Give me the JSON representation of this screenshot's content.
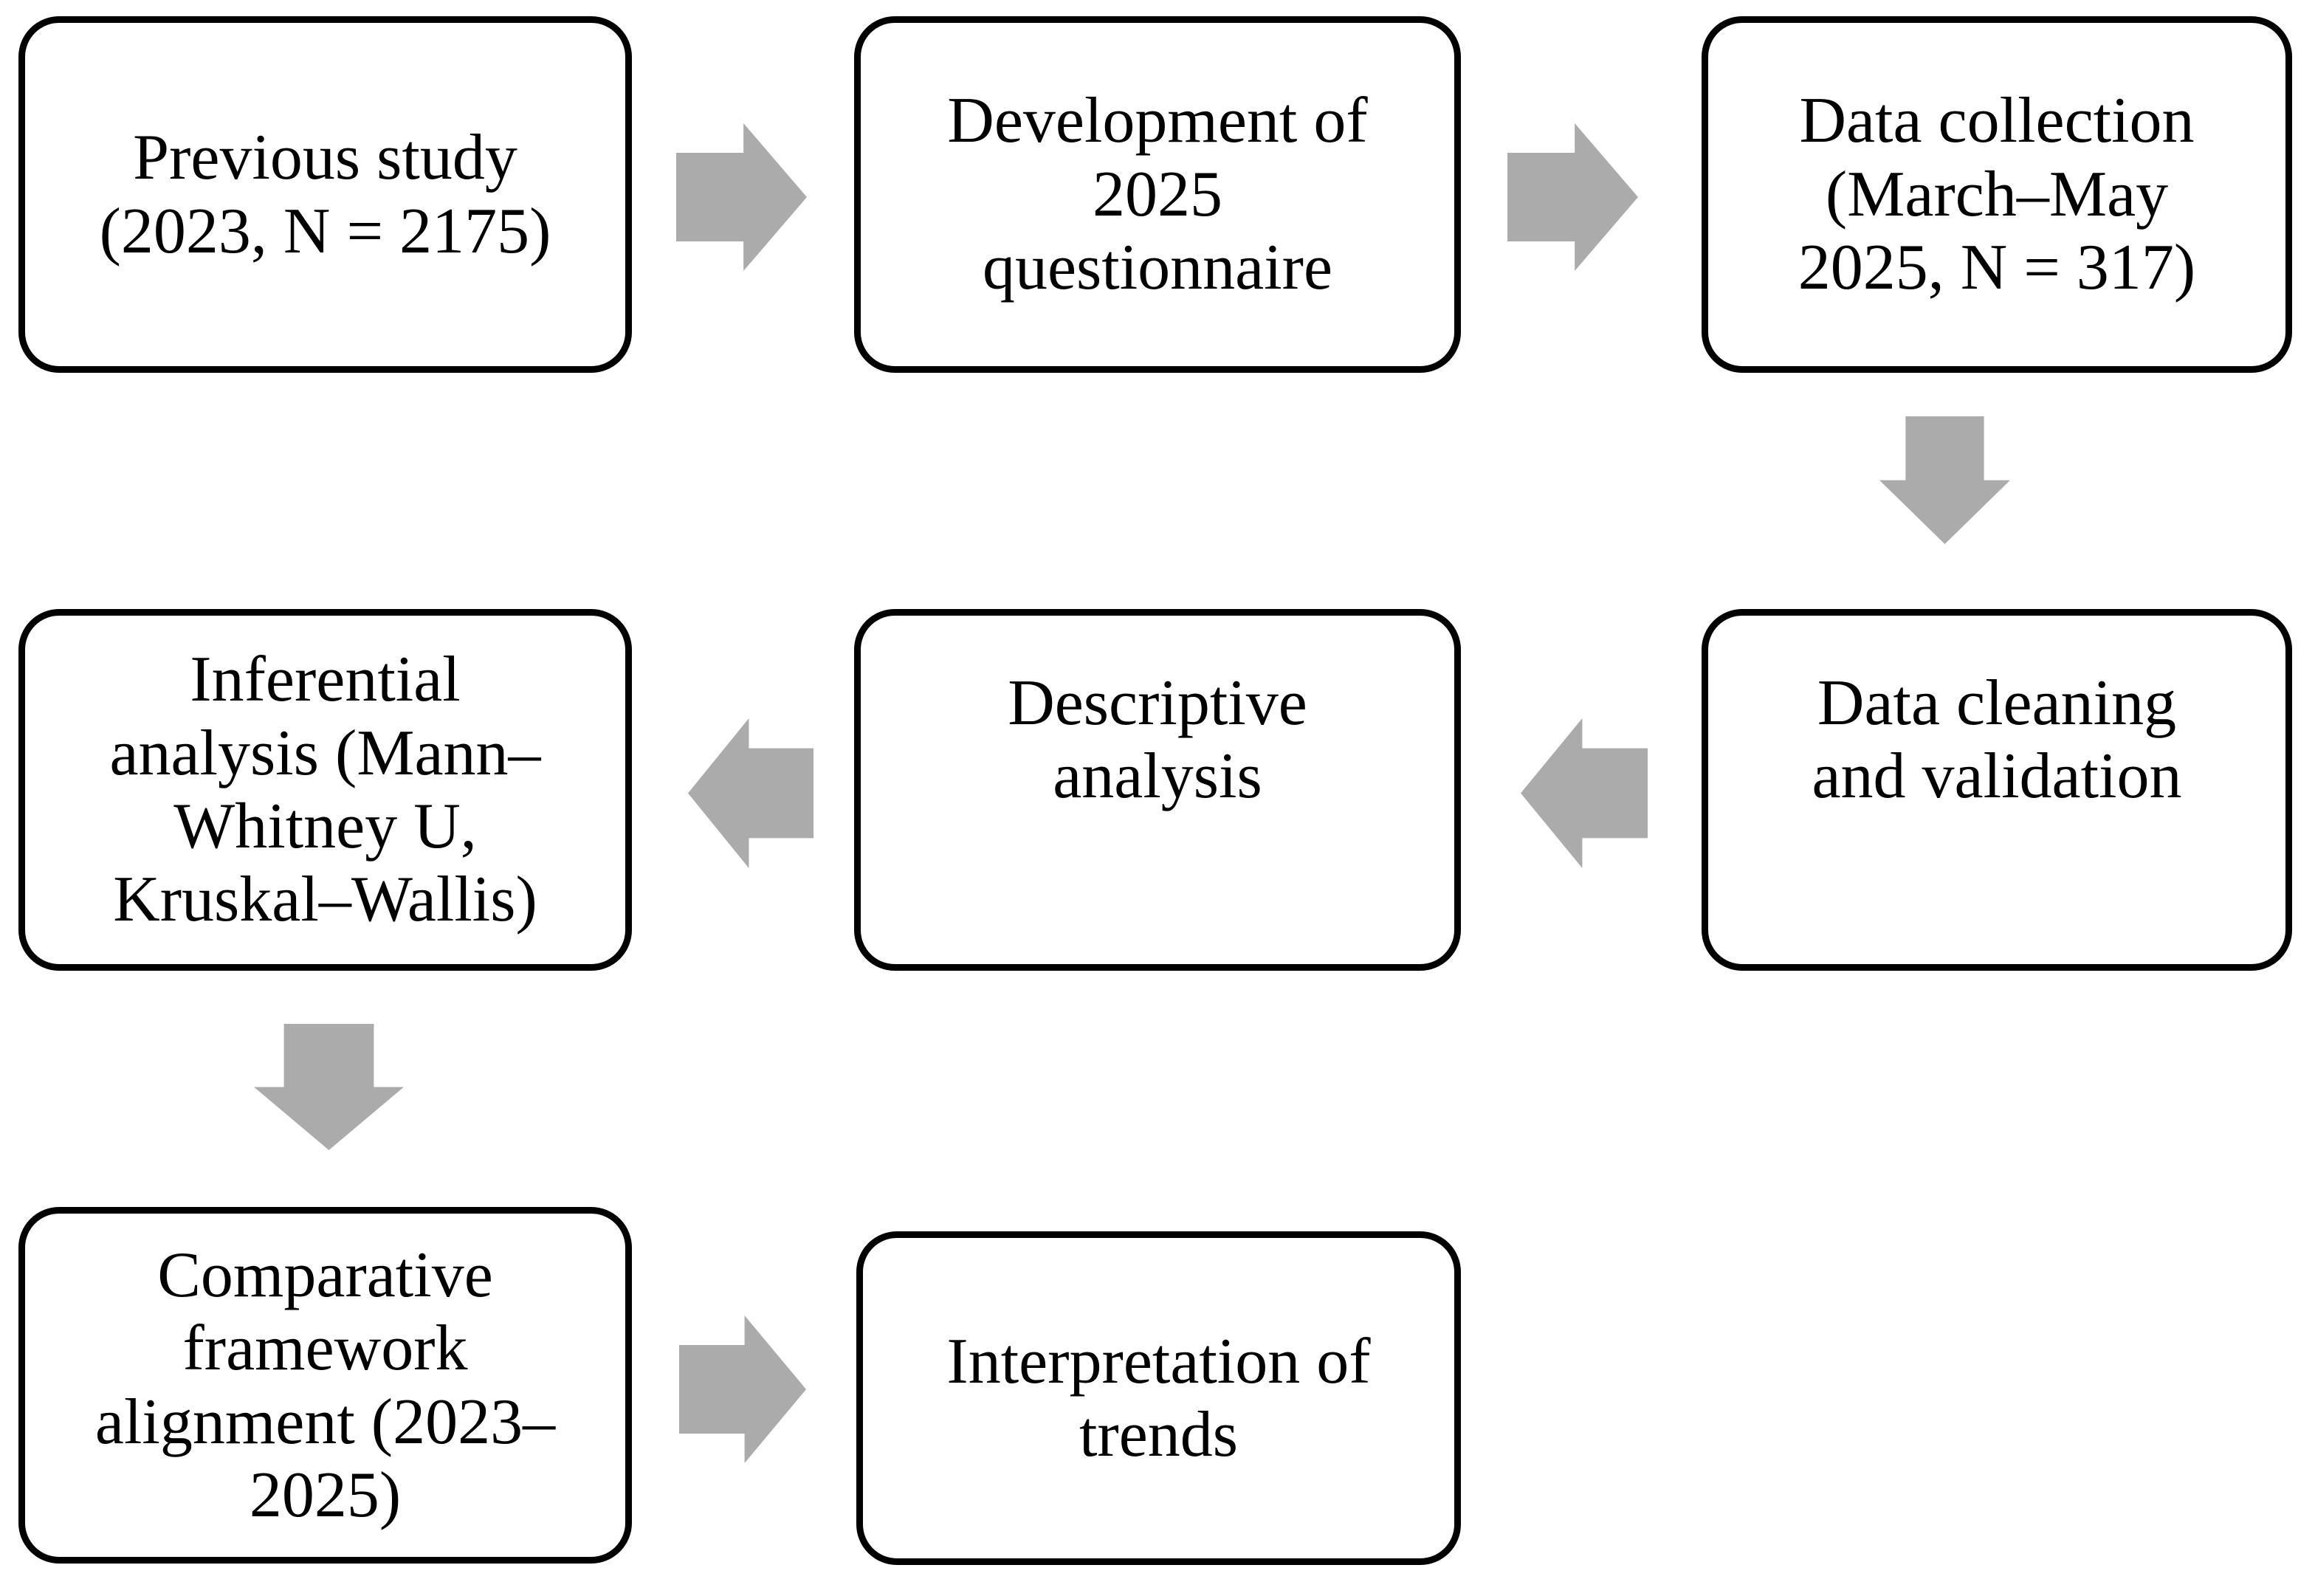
{
  "figure": {
    "type": "flowchart",
    "background_color": "#ffffff",
    "node_fill_color": "#ffffff",
    "node_border_color": "#000000",
    "text_color": "#000000",
    "arrow_color": "#ababab"
  },
  "nodes": [
    {
      "id": "previous-study",
      "text": "Previous study\n(2023, N = 2175)"
    },
    {
      "id": "questionnaire-development",
      "text": "Development of\n2025\nquestionnaire"
    },
    {
      "id": "data-collection",
      "text": "Data collection\n(March–May\n2025, N = 317)"
    },
    {
      "id": "data-cleaning",
      "text": "Data cleaning\nand validation"
    },
    {
      "id": "descriptive-analysis",
      "text": "Descriptive\nanalysis"
    },
    {
      "id": "inferential-analysis",
      "text": "Inferential\nanalysis (Mann–\nWhitney U,\nKruskal–Wallis)"
    },
    {
      "id": "comparative-alignment",
      "text": "Comparative\nframework\nalignment (2023–\n2025)"
    },
    {
      "id": "trend-interpretation",
      "text": "Interpretation of\ntrends"
    }
  ],
  "arrows": [
    {
      "direction": "right",
      "from": "previous-study",
      "to": "questionnaire-development"
    },
    {
      "direction": "right",
      "from": "questionnaire-development",
      "to": "data-collection"
    },
    {
      "direction": "down",
      "from": "data-collection",
      "to": "data-cleaning"
    },
    {
      "direction": "left",
      "from": "data-cleaning",
      "to": "descriptive-analysis"
    },
    {
      "direction": "left",
      "from": "descriptive-analysis",
      "to": "inferential-analysis"
    },
    {
      "direction": "down",
      "from": "inferential-analysis",
      "to": "comparative-alignment"
    },
    {
      "direction": "right",
      "from": "comparative-alignment",
      "to": "trend-interpretation"
    }
  ]
}
